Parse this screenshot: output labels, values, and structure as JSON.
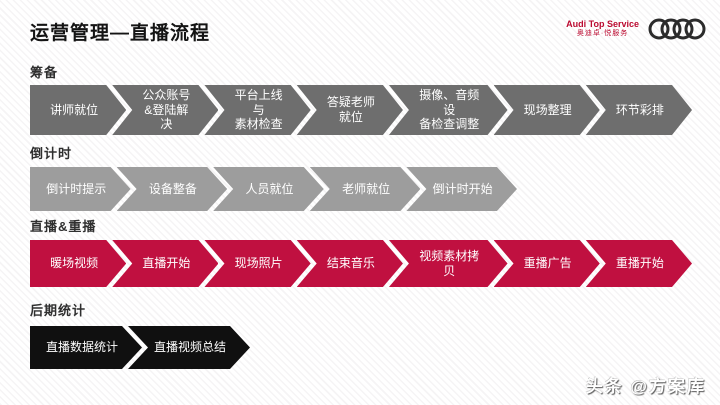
{
  "title": "运营管理—直播流程",
  "logo": {
    "brand": "Audi Top Service",
    "tagline": "奥迪卓·悦服务",
    "rings_icon": "audi-rings-icon"
  },
  "colors": {
    "prep": "#6e6e6e",
    "countdown": "#9d9d9d",
    "live": "#c01040",
    "post": "#101010",
    "accent_red": "#bb0a30"
  },
  "sections": [
    {
      "label": "筹备",
      "steps": [
        "讲师就位",
        "公众账号\n&登陆解\n决",
        "平台上线与\n素材检查",
        "答疑老师\n就位",
        "摄像、音频设\n备检查调整",
        "现场整理",
        "环节彩排"
      ]
    },
    {
      "label": "倒计时",
      "steps": [
        "倒计时提示",
        "设备整备",
        "人员就位",
        "老师就位",
        "倒计时开始"
      ]
    },
    {
      "label": "直播&重播",
      "steps": [
        "暖场视频",
        "直播开始",
        "现场照片",
        "结束音乐",
        "视频素材拷贝",
        "重播广告",
        "重播开始"
      ]
    },
    {
      "label": "后期统计",
      "steps": [
        "直播数据统计",
        "直播视频总结"
      ]
    }
  ],
  "watermark": "头条 @方案库"
}
